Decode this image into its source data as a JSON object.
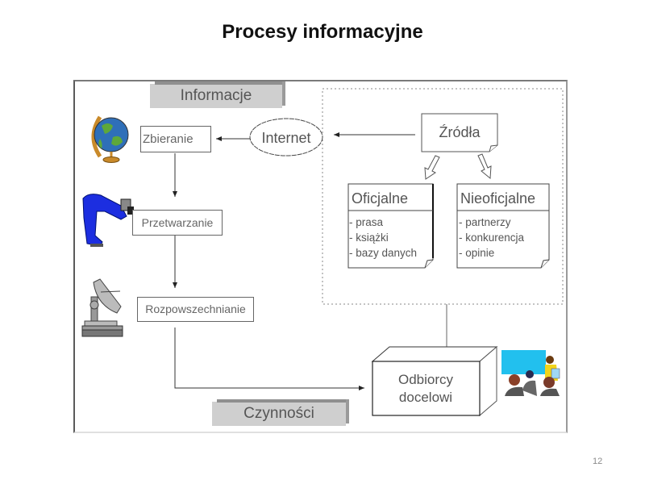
{
  "slide": {
    "title": "Procesy informacyjne",
    "page_number": "12"
  },
  "diagram": {
    "section_labels": {
      "informacje": "Informacje",
      "czynnosci": "Czynności"
    },
    "process_steps": [
      {
        "id": "zbieranie",
        "label": "Zbieranie",
        "icon": "globe-icon"
      },
      {
        "id": "przetwarzanie",
        "label": "Przetwarzanie",
        "icon": "photographer-icon"
      },
      {
        "id": "rozpowszechnianie",
        "label": "Rozpowszechnianie",
        "icon": "satellite-dish-icon"
      }
    ],
    "internet": "Internet",
    "zrodla": "Źródła",
    "oficjalne": {
      "title": "Oficjalne",
      "items": [
        "- prasa",
        "- książki",
        "- bazy danych"
      ]
    },
    "nieoficjalne": {
      "title": "Nieoficjalne",
      "items": [
        "- partnerzy",
        "- konkurencja",
        "- opinie"
      ]
    },
    "odbiorcy": {
      "line1": "Odbiorcy",
      "line2": "docelowi",
      "icon": "audience-presentation-icon"
    }
  }
}
